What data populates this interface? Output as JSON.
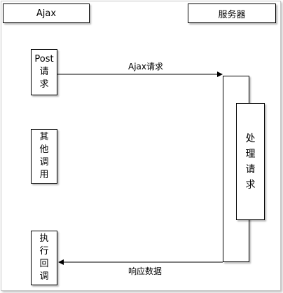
{
  "lifelines": {
    "client": "Ajax",
    "server": "服务器"
  },
  "activations": {
    "post": [
      "Post",
      "请",
      "求"
    ],
    "other": [
      "其",
      "他",
      "调",
      "用"
    ],
    "callback": [
      "执",
      "行",
      "回",
      "调"
    ],
    "process": [
      "处",
      "理",
      "请",
      "求"
    ]
  },
  "messages": {
    "request": "Ajax请求",
    "response": "响应数据"
  }
}
